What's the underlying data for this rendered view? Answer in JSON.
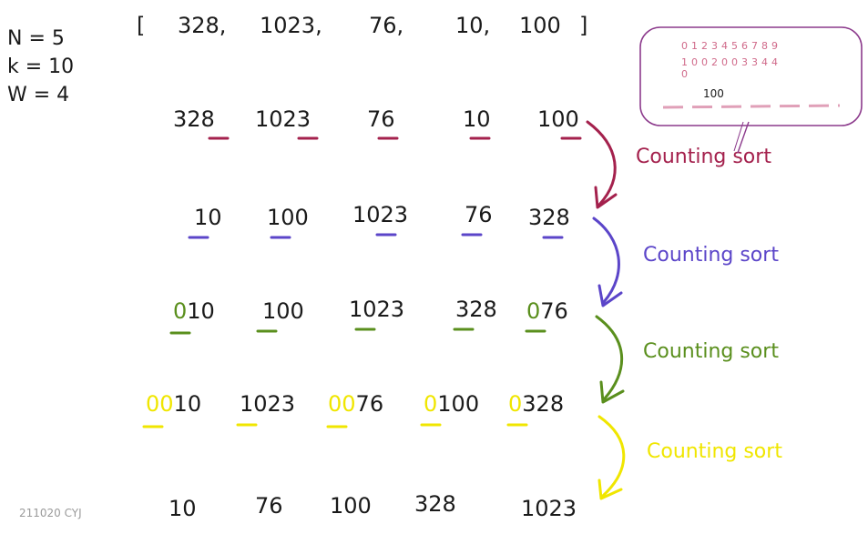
{
  "params": {
    "n": "N = 5",
    "k": "k = 10",
    "w": "W = 4"
  },
  "input": {
    "open": "[",
    "close": "]",
    "items": [
      "328,",
      "1023,",
      "76,",
      "10,",
      "100"
    ]
  },
  "pass1": [
    "328",
    "1023",
    "76",
    "10",
    "100"
  ],
  "pass2": [
    "10",
    "100",
    "1023",
    "76",
    "328"
  ],
  "pass3": [
    {
      "pre": "0",
      "rest": "10"
    },
    {
      "pre": "",
      "rest": "100"
    },
    {
      "pre": "",
      "rest": "1023"
    },
    {
      "pre": "",
      "rest": "328"
    },
    {
      "pre": "0",
      "rest": "76"
    }
  ],
  "pass4": [
    {
      "pre": "00",
      "rest": "10"
    },
    {
      "pre": "",
      "rest": "1023"
    },
    {
      "pre": "00",
      "rest": "76"
    },
    {
      "pre": "0",
      "rest": "100"
    },
    {
      "pre": "0",
      "rest": "328"
    }
  ],
  "result": [
    "10",
    "76",
    "100",
    "328",
    "1023"
  ],
  "steps": [
    "Counting sort",
    "Counting sort",
    "Counting sort",
    "Counting sort"
  ],
  "count_table": {
    "indices": "0123456789",
    "counts": "1002003344",
    "extra": "0",
    "value": "100"
  },
  "colors": {
    "pass1": "#a4214d",
    "pass2": "#5b45c9",
    "pass3": "#5a8f1d",
    "pass4": "#f0e600",
    "box": "#8c3a8c"
  },
  "signature": "211020 CYJ"
}
